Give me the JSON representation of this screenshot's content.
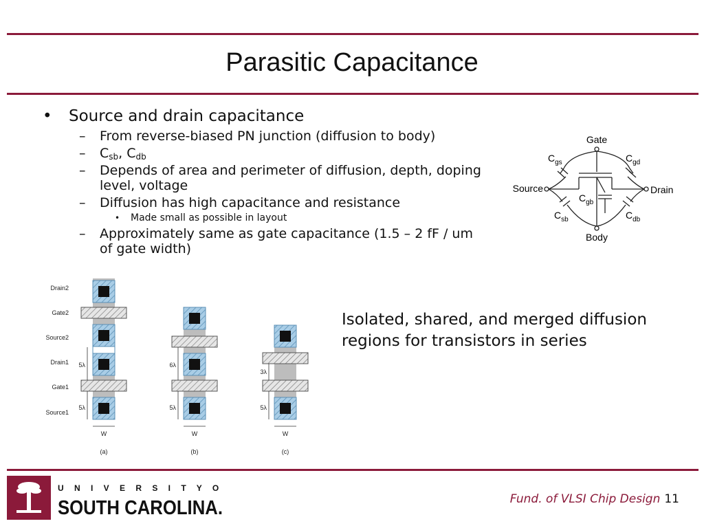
{
  "slide": {
    "title": "Parasitic Capacitance",
    "bullet1": "Source and drain capacitance",
    "sub1": "From reverse-biased PN junction (diffusion to body)",
    "sub2_c1": "C",
    "sub2_s1": "sb",
    "sub2_sep": ", C",
    "sub2_s2": "db",
    "sub3": "Depends of area and perimeter of diffusion, depth, doping level, voltage",
    "sub4": "Diffusion has high capacitance and resistance",
    "sub4_item": "Made small as possible in layout",
    "sub5": "Approximately same as gate capacitance (1.5 – 2 fF / um of gate width)",
    "caption": "Isolated, shared, and merged diffusion regions for transistors in series"
  },
  "circuit": {
    "gate": "Gate",
    "source": "Source",
    "drain": "Drain",
    "body": "Body",
    "c": "C",
    "gs": "gs",
    "gd": "gd",
    "gb": "gb",
    "sb": "sb",
    "db": "db"
  },
  "layout_labels": {
    "drain2": "Drain2",
    "gate2": "Gate2",
    "source2": "Source2",
    "drain1": "Drain1",
    "gate1": "Gate1",
    "source1": "Source1",
    "dim_5": "5λ",
    "dim_6": "6λ",
    "dim_3": "3λ",
    "w": "W",
    "a": "(a)",
    "b": "(b)",
    "c": "(c)"
  },
  "logo": {
    "top": "U N I V E R S I T Y   O F",
    "bottom": "SOUTH CAROLINA."
  },
  "footer": {
    "course": "Fund. of VLSI Chip Design",
    "page": "11"
  },
  "colors": {
    "accent": "#8b1a3a",
    "diffusion": "#7eb3d6",
    "poly": "#bdbdbd"
  }
}
